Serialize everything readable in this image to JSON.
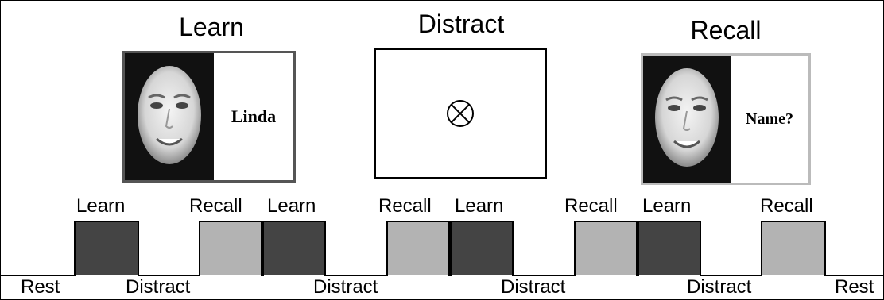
{
  "panels": {
    "learn": {
      "title": "Learn",
      "name": "Linda"
    },
    "distract": {
      "title": "Distract"
    },
    "recall": {
      "title": "Recall",
      "name": "Name?"
    }
  },
  "timeline": {
    "blocks": [
      {
        "type": "learn",
        "label": "Learn"
      },
      {
        "type": "recall",
        "label": "Recall"
      },
      {
        "type": "learn",
        "label": "Learn"
      },
      {
        "type": "recall",
        "label": "Recall"
      },
      {
        "type": "learn",
        "label": "Learn"
      },
      {
        "type": "recall",
        "label": "Recall"
      },
      {
        "type": "learn",
        "label": "Learn"
      },
      {
        "type": "recall",
        "label": "Recall"
      }
    ],
    "baseline_labels": [
      "Rest",
      "Distract",
      "Distract",
      "Distract",
      "Distract",
      "Rest"
    ],
    "colors": {
      "learn": "#444444",
      "recall": "#b3b3b3",
      "line": "#000000"
    }
  }
}
